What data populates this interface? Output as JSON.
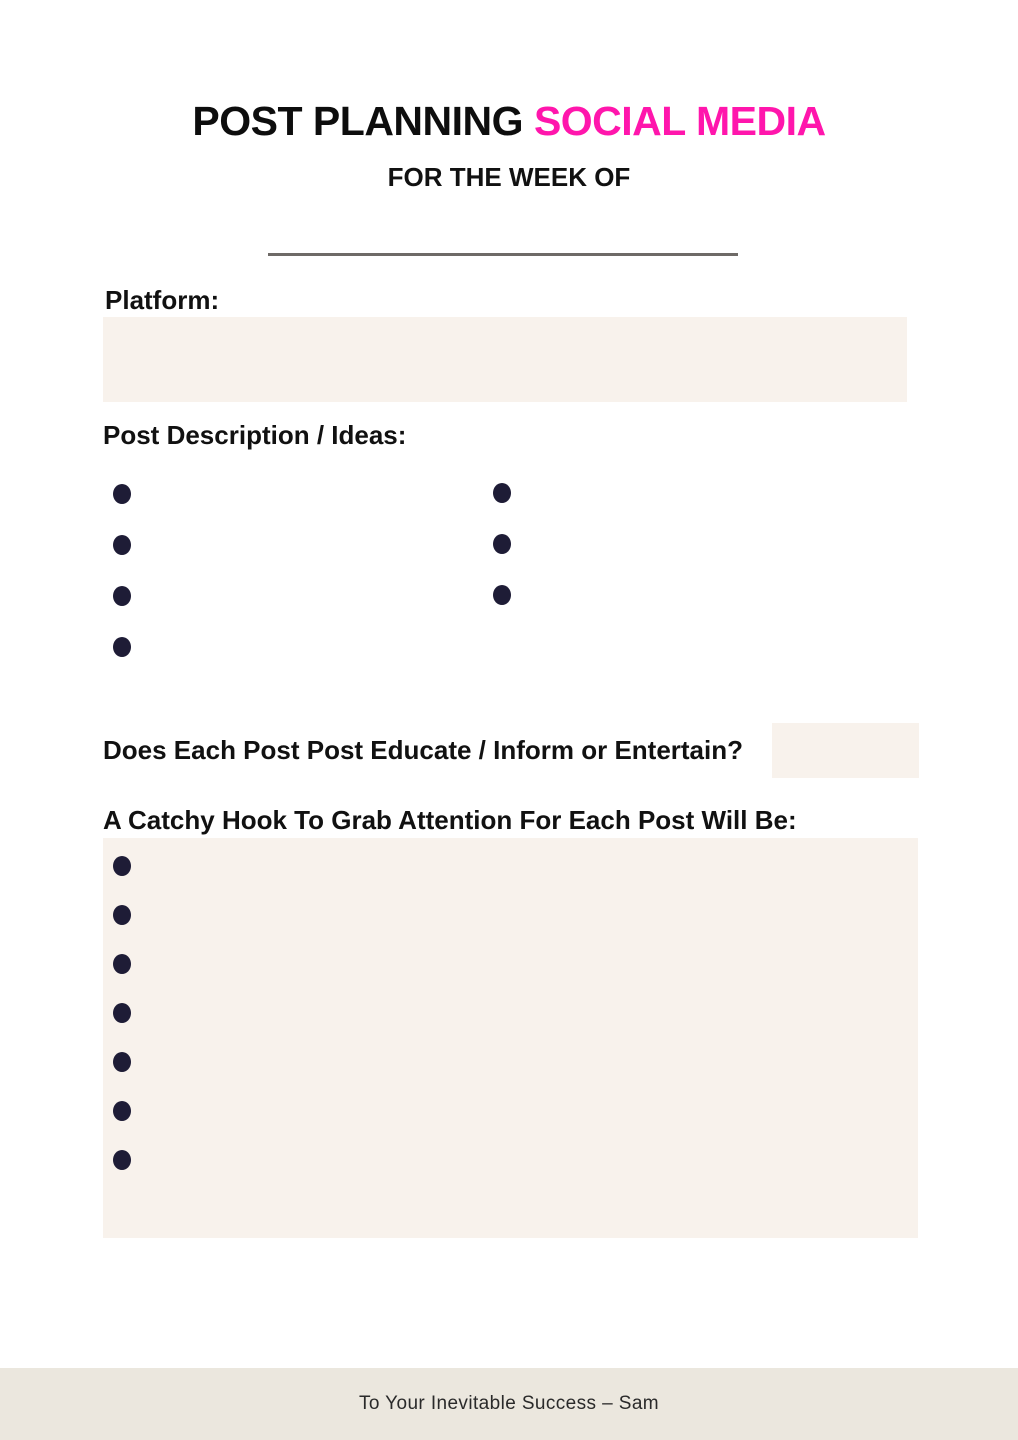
{
  "page": {
    "title": {
      "black_part": "POST PLANNING ",
      "pink_part": "SOCIAL MEDIA"
    },
    "subtitle": "FOR THE WEEK OF"
  },
  "sections": {
    "platform": {
      "label": "Platform:"
    },
    "post_ideas": {
      "label": "Post Description / Ideas:",
      "left_bullet_count": 4,
      "right_bullet_count": 3
    },
    "question": {
      "label": "Does Each Post Post Educate / Inform or Entertain?"
    },
    "hooks": {
      "label": "A Catchy Hook To Grab Attention For Each Post Will Be:",
      "bullet_count": 7
    }
  },
  "footer": {
    "text": "To Your Inevitable Success – Sam"
  },
  "colors": {
    "accent_pink": "#ff16ac",
    "heading_black": "#0d0d0d",
    "bullet_navy": "#1e1c36",
    "field_background": "#f8f2ec",
    "footer_background": "#ebe7de",
    "write_line_gray": "#6e6a67"
  }
}
